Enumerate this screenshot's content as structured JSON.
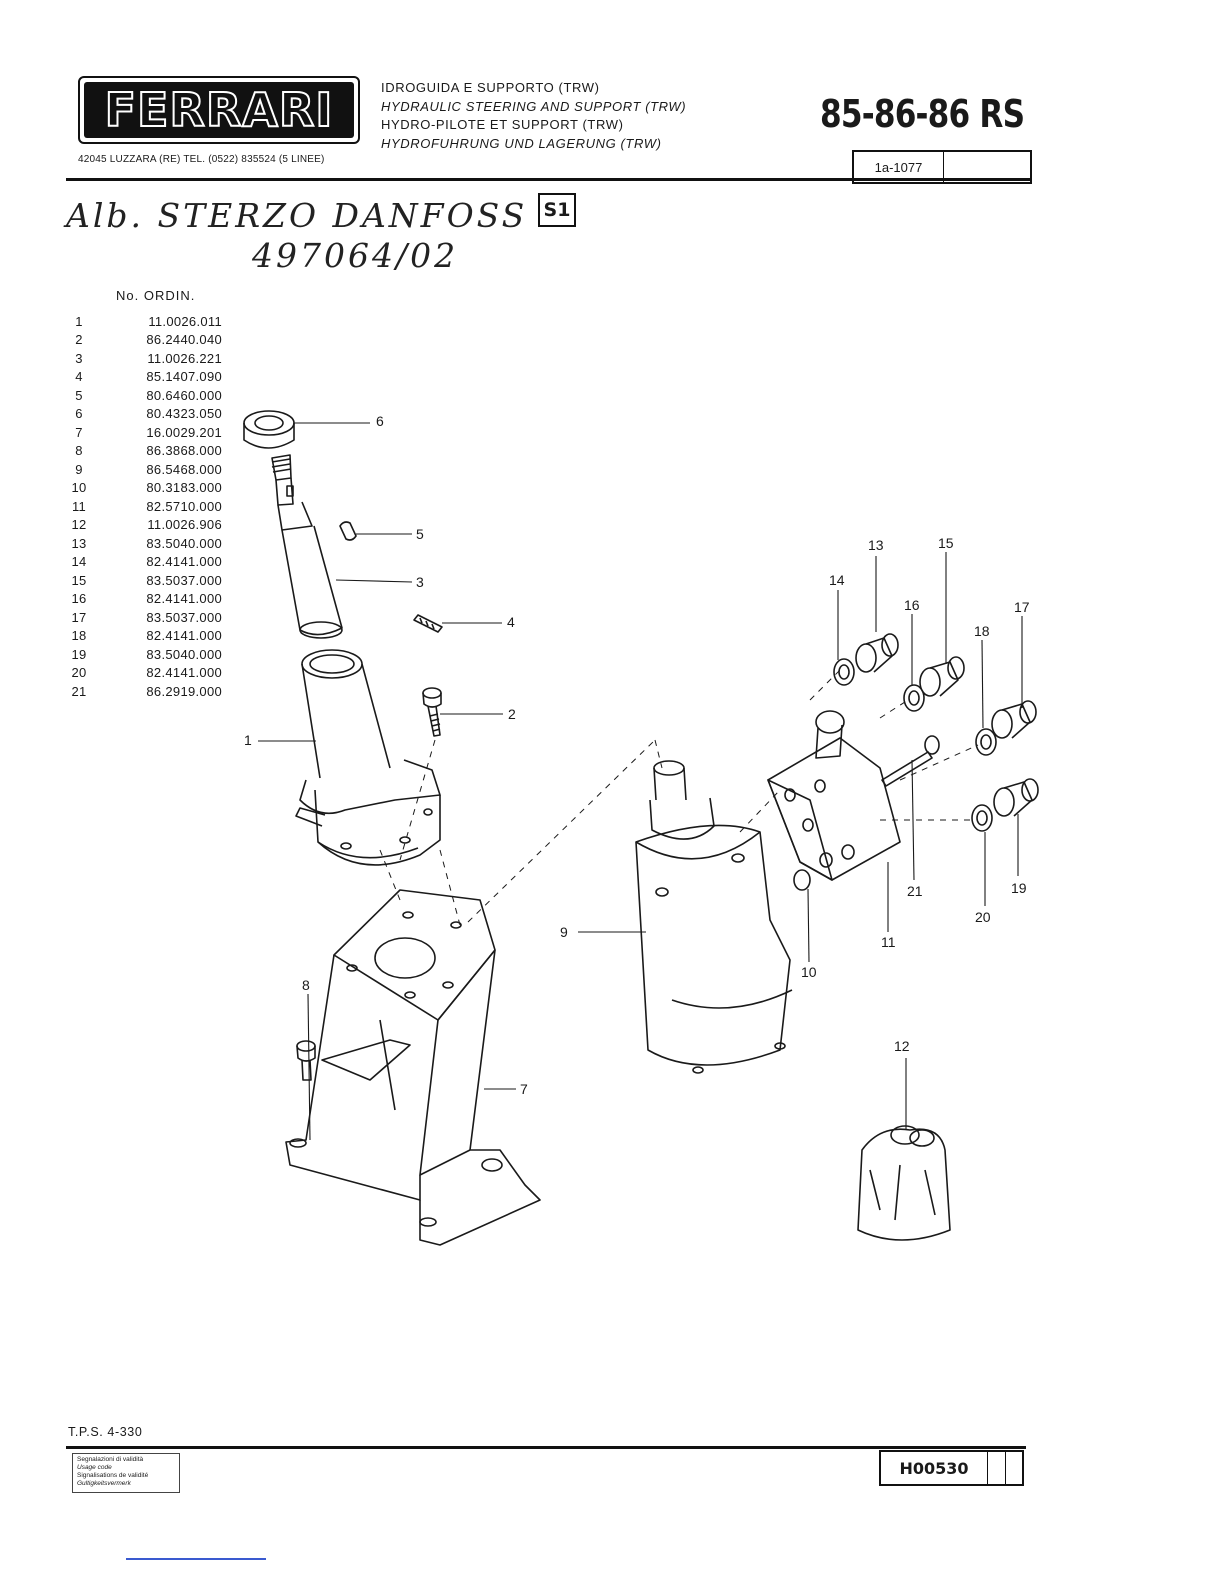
{
  "header": {
    "brand": "FERRARI",
    "address": "42045 LUZZARA (RE)    TEL. (0522) 835524 (5 LINEE)",
    "title_it": "IDROGUIDA E SUPPORTO (TRW)",
    "title_en": "HYDRAULIC STEERING AND SUPPORT (TRW)",
    "title_fr": "HYDRO-PILOTE ET SUPPORT (TRW)",
    "title_de": "HYDROFUHRUNG UND LAGERUNG (TRW)",
    "model": "85-86-86 RS",
    "sheet_ref": "1a-1077"
  },
  "handwritten": {
    "line1": "Alb. STERZO DANFOSS",
    "line2": "497064/02"
  },
  "section_badge": "S1",
  "parts_list": {
    "header": "No. ORDIN.",
    "rows": [
      {
        "n": "1",
        "code": "11.0026.011"
      },
      {
        "n": "2",
        "code": "86.2440.040"
      },
      {
        "n": "3",
        "code": "11.0026.221"
      },
      {
        "n": "4",
        "code": "85.1407.090"
      },
      {
        "n": "5",
        "code": "80.6460.000"
      },
      {
        "n": "6",
        "code": "80.4323.050"
      },
      {
        "n": "7",
        "code": "16.0029.201"
      },
      {
        "n": "8",
        "code": "86.3868.000"
      },
      {
        "n": "9",
        "code": "86.5468.000"
      },
      {
        "n": "10",
        "code": "80.3183.000"
      },
      {
        "n": "11",
        "code": "82.5710.000"
      },
      {
        "n": "12",
        "code": "11.0026.906"
      },
      {
        "n": "13",
        "code": "83.5040.000"
      },
      {
        "n": "14",
        "code": "82.4141.000"
      },
      {
        "n": "15",
        "code": "83.5037.000"
      },
      {
        "n": "16",
        "code": "82.4141.000"
      },
      {
        "n": "17",
        "code": "83.5037.000"
      },
      {
        "n": "18",
        "code": "82.4141.000"
      },
      {
        "n": "19",
        "code": "83.5040.000"
      },
      {
        "n": "20",
        "code": "82.4141.000"
      },
      {
        "n": "21",
        "code": "86.2919.000"
      }
    ]
  },
  "callouts": {
    "c1": "1",
    "c2": "2",
    "c3": "3",
    "c4": "4",
    "c5": "5",
    "c6": "6",
    "c7": "7",
    "c8": "8",
    "c9": "9",
    "c10": "10",
    "c11": "11",
    "c12": "12",
    "c13": "13",
    "c14": "14",
    "c15": "15",
    "c16": "16",
    "c17": "17",
    "c18": "18",
    "c19": "19",
    "c20": "20",
    "c21": "21"
  },
  "footer": {
    "tps": "T.P.S. 4-330",
    "usage_it": "Segnalazioni di validità",
    "usage_en": "Usage code",
    "usage_fr": "Signalisations de validité",
    "usage_de": "Gultigkeitsvermerk",
    "code": "H00530"
  }
}
